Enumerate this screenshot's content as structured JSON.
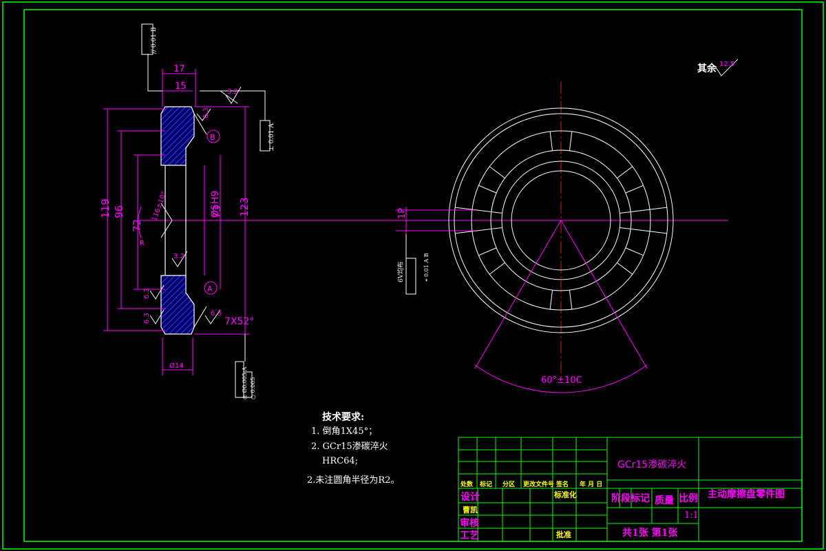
{
  "colors": {
    "background": "#000000",
    "frame": "#00ff00",
    "outline": "#ffffff",
    "dimension": "#ff00ff",
    "centerline": "#ff0000",
    "section_hatch": "#0000ff",
    "title_text": "#ffff00"
  },
  "section_view": {
    "dim_top_17": "17",
    "dim_top_15": "15",
    "dim_119": "119",
    "dim_96": "96",
    "dim_72": "72",
    "dim_bore": "Ø5H9",
    "dim_73": "73",
    "dim_123": "123",
    "dim_angle": "116±10°",
    "dim_r": "R",
    "chamfer_note": "7X52°",
    "dim_bottom": "Ø14",
    "rough_top": "3.2",
    "rough_63_a": "6.3",
    "rough_32": "3.2",
    "rough_63_b": "6.3",
    "rough_63_c": "6.3",
    "rough_63_d": "6.3",
    "datum_a": "A",
    "datum_b": "B",
    "tol_top": "// 0.01 B",
    "tol_right": "⊥ 0.01 A",
    "tol_bottom_1": "◎ Ø0.005 A",
    "tol_bottom_2": "○ 0.005"
  },
  "front_view": {
    "dim_hole": "1P",
    "tol_left": "⌖ 0.01 A B",
    "tol_left_note": "6V均布",
    "angle_label": "60°±10C"
  },
  "surface_note": {
    "label": "其余",
    "value": "12.5"
  },
  "tech_req": {
    "title": "技术要求:",
    "line1": "1. 倒角1X45°；",
    "line2": "2. GCr15渗碳淬火",
    "line3": "HRC64;",
    "line4": "2.未注圆角半径为R2。"
  },
  "title_block": {
    "material": "GCr15渗碳淬火",
    "part_name": "主动摩擦盘零件图",
    "h_mark": "处数",
    "h_biaoji": "标记",
    "h_zone": "分区",
    "h_doc": "更改文件号",
    "h_sign": "签名",
    "h_date": "年 月 日",
    "design": "设计",
    "designer": "曹凯",
    "std": "标准化",
    "review": "审核",
    "process": "工艺",
    "approve": "批准",
    "stage": "阶段标记",
    "mass": "质量",
    "scale": "比例",
    "scale_value": "1:1",
    "sheets": "共1张 第1张"
  }
}
